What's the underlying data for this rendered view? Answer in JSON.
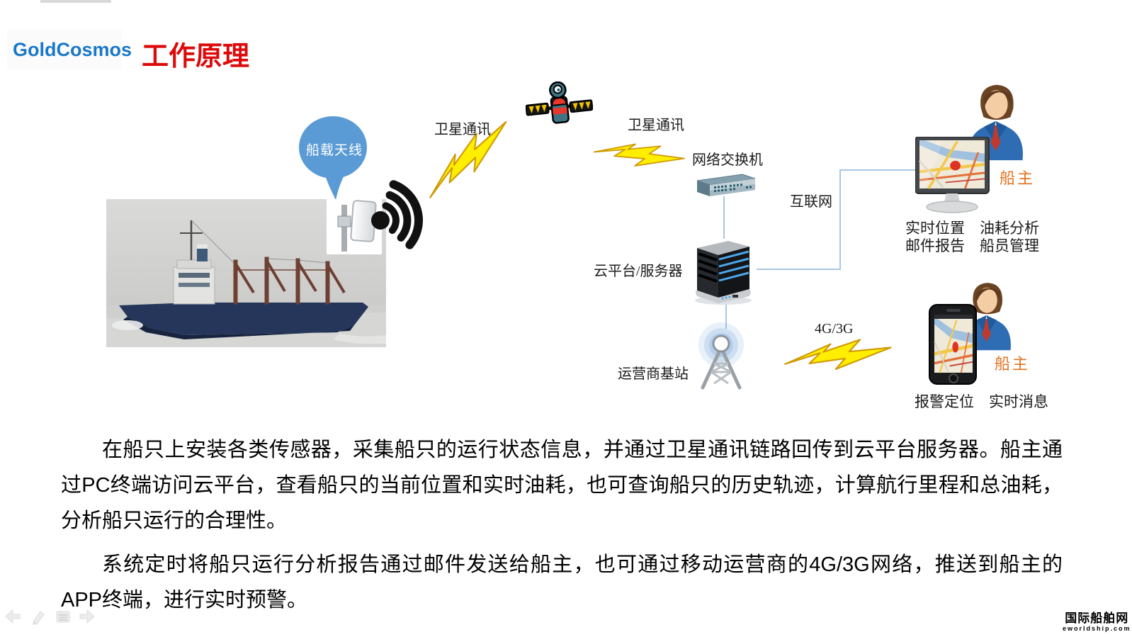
{
  "header": {
    "logo_text": "GoldCosmos",
    "title": "工作原理"
  },
  "diagram": {
    "antenna_callout": "船载天线",
    "satellite_link_left": "卫星通讯",
    "satellite_link_right": "卫星通讯",
    "network_switch": "网络交换机",
    "internet": "互联网",
    "cloud_server": "云平台/服务器",
    "base_station": "运营商基站",
    "mobile_network": "4G/3G",
    "owner_pc": "船主",
    "owner_app": "船主",
    "pc_features_line1": "实时位置　油耗分析",
    "pc_features_line2": "邮件报告　船员管理",
    "app_features": "报警定位　实时消息"
  },
  "body_text": {
    "paragraph1": "在船只上安装各类传感器，采集船只的运行状态信息，并通过卫星通讯链路回传到云平台服务器。船主通过PC终端访问云平台，查看船只的当前位置和实时油耗，也可查询船只的历史轨迹，计算航行里程和总油耗，分析船只运行的合理性。",
    "paragraph2": "系统定时将船只运行分析报告通过邮件发送给船主，也可通过移动运营商的4G/3G网络，推送到船主的APP终端，进行实时预警。"
  },
  "watermark": {
    "title": "国际船舶网",
    "url": "eworldship.com"
  },
  "colors": {
    "logo_blue": "#1a78c8",
    "title_red": "#dc0a0a",
    "callout_blue": "#5b9bd5",
    "owner_orange": "#e2711d",
    "lightning_yellow": "#ffee00",
    "connector_blue": "#a8c6e4"
  }
}
